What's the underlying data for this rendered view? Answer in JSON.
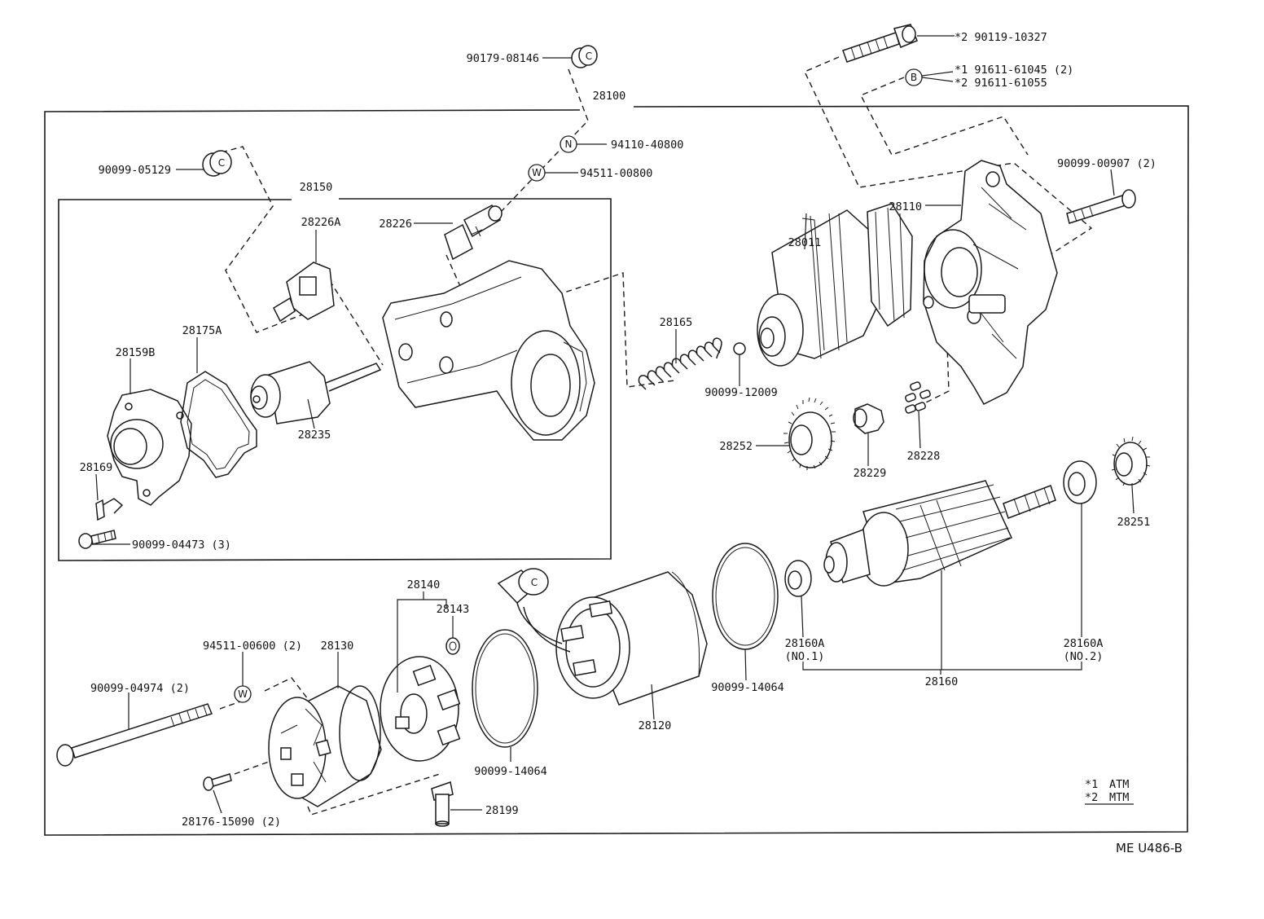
{
  "diagram_code": "ME U486-B",
  "frames": {
    "outer_label": "28100",
    "inner_label": "28150"
  },
  "notes": [
    {
      "mark": "*1",
      "text": "ATM"
    },
    {
      "mark": "*2",
      "text": "MTM"
    }
  ],
  "callouts": {
    "p_90179_08146": "90179-08146",
    "p_90119_10327": "*2 90119-10327",
    "p_91611_61045": "*1 91611-61045 (2)",
    "p_91611_61055": "*2 91611-61055",
    "p_94110_40800": "94110-40800",
    "p_94511_00800": "94511-00800",
    "p_90099_05129": "90099-05129",
    "p_90099_00907": "90099-00907 (2)",
    "p_28110": "28110",
    "p_28226A": "28226A",
    "p_28226": "28226",
    "p_28011": "28011",
    "p_28165": "28165",
    "p_90099_12009": "90099-12009",
    "p_28159B": "28159B",
    "p_28175A": "28175A",
    "p_28235": "28235",
    "p_28252": "28252",
    "p_28229": "28229",
    "p_28228": "28228",
    "p_28251": "28251",
    "p_28169": "28169",
    "p_90099_04473": "90099-04473 (3)",
    "p_28140": "28140",
    "p_28143": "28143",
    "p_94511_00600": "94511-00600 (2)",
    "p_28130": "28130",
    "p_90099_04974": "90099-04974 (2)",
    "p_28160A_no1": "28160A",
    "p_28160A_no1_sub": "(NO.1)",
    "p_28160A_no2": "28160A",
    "p_28160A_no2_sub": "(NO.2)",
    "p_28160": "28160",
    "p_90099_14064_a": "90099-14064",
    "p_90099_14064_b": "90099-14064",
    "p_28120": "28120",
    "p_28176_15090": "28176-15090 (2)",
    "p_28199": "28199"
  },
  "symbols": {
    "clip_c": "C",
    "nut_n": "N",
    "washer_w": "W",
    "bolt_b": "B"
  }
}
